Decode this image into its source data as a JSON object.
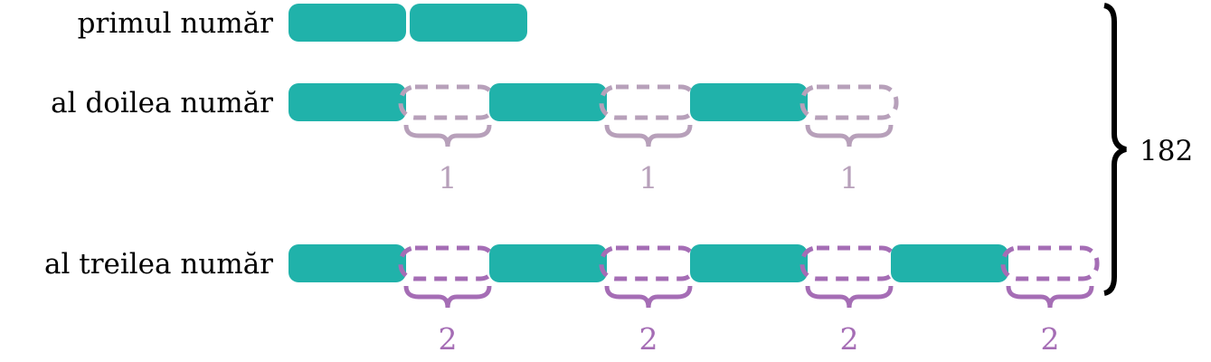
{
  "colors": {
    "bar": "#20B2AA",
    "gap_light": "#B7A0BA",
    "gap_dark": "#A56DB5",
    "brace": "#000000"
  },
  "rows": [
    {
      "label": "primul număr",
      "bars": 2,
      "gaps": 0,
      "gap_label": "",
      "gap_style": "none"
    },
    {
      "label": "al doilea număr",
      "bars": 3,
      "gaps": 3,
      "gap_label": "1",
      "gap_style": "light"
    },
    {
      "label": "al treilea număr",
      "bars": 4,
      "gaps": 4,
      "gap_label": "2",
      "gap_style": "dark"
    }
  ],
  "total": "182"
}
